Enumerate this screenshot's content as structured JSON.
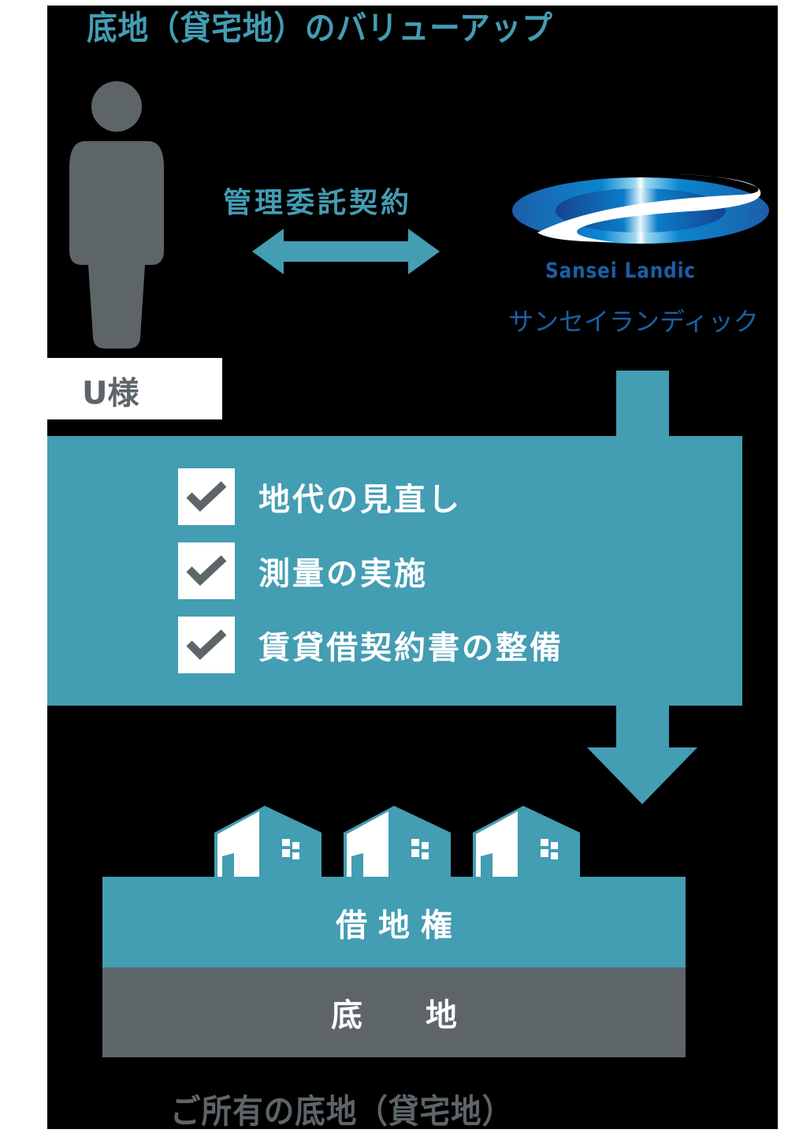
{
  "title": "底地（貸宅地）のバリューアップ",
  "owner": {
    "icon": "person-icon",
    "label": "U様"
  },
  "contract": {
    "label": "管理委託契約",
    "icon": "double-arrow-icon"
  },
  "company": {
    "logo_icon": "sansei-landic-logo",
    "name_en": "Sansei Landic",
    "name_ja": "サンセイランディック"
  },
  "process": {
    "items": [
      {
        "icon": "checkmark-icon",
        "label": "地代の見直し"
      },
      {
        "icon": "checkmark-icon",
        "label": "測量の実施"
      },
      {
        "icon": "checkmark-icon",
        "label": "賃貸借契約書の整備"
      }
    ]
  },
  "property": {
    "houses_icon": "house-icon",
    "house_count": 3,
    "lease_layer_label": "借 地 権",
    "land_layer_label": "底　　地",
    "caption": "ご所有の底地（貸宅地）"
  },
  "colors": {
    "accent_teal": "#439db3",
    "gray": "#5d6569",
    "logo_blue": "#1b5fa6",
    "white": "#ffffff",
    "background": "#000000"
  }
}
